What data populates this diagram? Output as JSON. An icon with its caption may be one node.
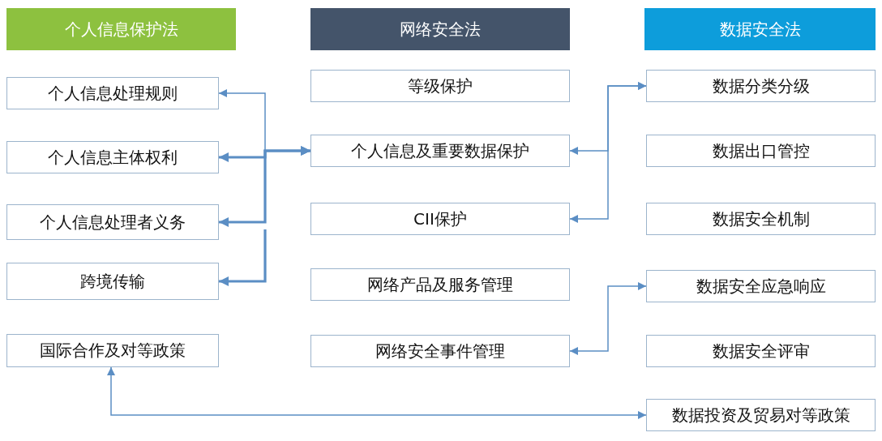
{
  "diagram": {
    "nodes": [
      {
        "text": [
          "个人信息保护法"
        ]
      },
      {
        "text": [
          "网络安全法"
        ]
      },
      {
        "text": [
          "数据安全法"
        ]
      },
      {
        "text": [
          "个人信息处理规则"
        ]
      },
      {
        "text": [
          "个人信息主体权利"
        ]
      },
      {
        "text": [
          "个人信息处理者义务"
        ]
      },
      {
        "text": [
          "跨境传输"
        ]
      },
      {
        "text": [
          "国际合作及对等政策"
        ]
      },
      {
        "text": [
          "等级保护"
        ]
      },
      {
        "text": [
          "个人信息及重要数据保护"
        ]
      },
      {
        "text": [
          "CII保护"
        ]
      },
      {
        "text": [
          "网络产品及服务管理"
        ]
      },
      {
        "text": [
          "网络安全事件管理"
        ]
      },
      {
        "text": [
          "数据分类分级"
        ]
      },
      {
        "text": [
          "数据出口管控"
        ]
      },
      {
        "text": [
          "数据安全机制"
        ]
      },
      {
        "text": [
          "数据安全应急响应"
        ]
      },
      {
        "text": [
          "数据安全评审"
        ]
      },
      {
        "text": [
          "数据投资及贸易对等政策"
        ]
      }
    ],
    "edges": [
      {
        "from": 3,
        "to": 9,
        "arrow": "both"
      },
      {
        "from": 4,
        "to": 9,
        "arrow": "both",
        "style": "thick"
      },
      {
        "from": 5,
        "to": 9,
        "arrow": "both",
        "style": "thick"
      },
      {
        "from": null,
        "to": 6,
        "arrow": "to",
        "style": "thick"
      },
      {
        "from": 13,
        "to": 9,
        "arrow": "both"
      },
      {
        "from": 13,
        "to": 10,
        "arrow": "both"
      },
      {
        "from": 16,
        "to": 12,
        "arrow": "both"
      },
      {
        "from": 7,
        "to": 18,
        "arrow": "both"
      }
    ]
  }
}
